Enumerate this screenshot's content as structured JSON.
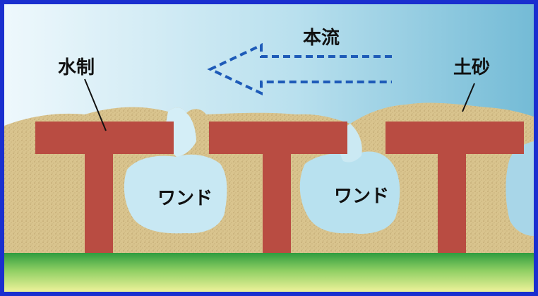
{
  "labels": {
    "main_flow": "本流",
    "groyne": "水制",
    "sediment": "土砂",
    "wando_left": "ワンド",
    "wando_right": "ワンド"
  },
  "colors": {
    "frame": "#1a2fcf",
    "water_light": "#eaf6fb",
    "water_dark": "#79bfd8",
    "sediment": "#d9c48e",
    "groyne": "#b94c42",
    "bank_top": "#2f9c3f",
    "bank_bottom": "#e8f28a",
    "arrow": "#1e5bb8"
  },
  "icons": {
    "flow_arrow": "dashed-left-arrow-icon"
  }
}
